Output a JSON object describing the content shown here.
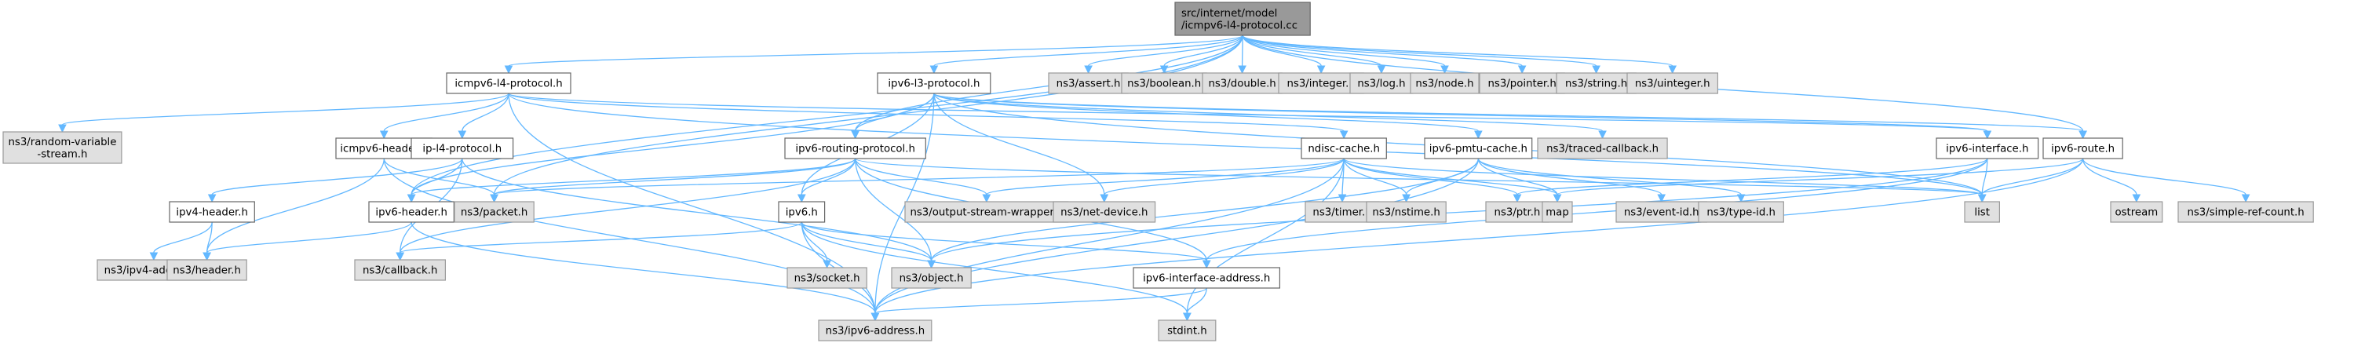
{
  "graph": {
    "title": "src/internet/model/icmpv6-l4-protocol.cc include dependency graph",
    "edge_color": "#63b8ff",
    "node_styles": {
      "root": {
        "fill": "#999999",
        "stroke": "#666666"
      },
      "local": {
        "fill": "#ffffff",
        "stroke": "#666666"
      },
      "ext": {
        "fill": "#e0e0e0",
        "stroke": "#999999"
      }
    },
    "nodes": [
      {
        "id": "root",
        "kind": "root",
        "lines": [
          "src/internet/model",
          "/icmpv6-l4-protocol.cc"
        ]
      },
      {
        "id": "icmpv6-l4-protocol",
        "kind": "local",
        "lines": [
          "icmpv6-l4-protocol.h"
        ]
      },
      {
        "id": "ipv6-l3-protocol",
        "kind": "local",
        "lines": [
          "ipv6-l3-protocol.h"
        ]
      },
      {
        "id": "assert",
        "kind": "ext",
        "lines": [
          "ns3/assert.h"
        ]
      },
      {
        "id": "boolean",
        "kind": "ext",
        "lines": [
          "ns3/boolean.h"
        ]
      },
      {
        "id": "double",
        "kind": "ext",
        "lines": [
          "ns3/double.h"
        ]
      },
      {
        "id": "integer",
        "kind": "ext",
        "lines": [
          "ns3/integer.h"
        ]
      },
      {
        "id": "log",
        "kind": "ext",
        "lines": [
          "ns3/log.h"
        ]
      },
      {
        "id": "node",
        "kind": "ext",
        "lines": [
          "ns3/node.h"
        ]
      },
      {
        "id": "pointer",
        "kind": "ext",
        "lines": [
          "ns3/pointer.h"
        ]
      },
      {
        "id": "string",
        "kind": "ext",
        "lines": [
          "ns3/string.h"
        ]
      },
      {
        "id": "uinteger",
        "kind": "ext",
        "lines": [
          "ns3/uinteger.h"
        ]
      },
      {
        "id": "random-variable-stream",
        "kind": "ext",
        "lines": [
          "ns3/random-variable",
          "-stream.h"
        ]
      },
      {
        "id": "icmpv6-header",
        "kind": "local",
        "lines": [
          "icmpv6-header.h"
        ]
      },
      {
        "id": "ip-l4-protocol",
        "kind": "local",
        "lines": [
          "ip-l4-protocol.h"
        ]
      },
      {
        "id": "ipv6-routing-protocol",
        "kind": "local",
        "lines": [
          "ipv6-routing-protocol.h"
        ]
      },
      {
        "id": "ndisc-cache",
        "kind": "local",
        "lines": [
          "ndisc-cache.h"
        ]
      },
      {
        "id": "ipv6-pmtu-cache",
        "kind": "local",
        "lines": [
          "ipv6-pmtu-cache.h"
        ]
      },
      {
        "id": "traced-callback",
        "kind": "ext",
        "lines": [
          "ns3/traced-callback.h"
        ]
      },
      {
        "id": "ipv6-interface",
        "kind": "local",
        "lines": [
          "ipv6-interface.h"
        ]
      },
      {
        "id": "ipv6-route",
        "kind": "local",
        "lines": [
          "ipv6-route.h"
        ]
      },
      {
        "id": "ipv4-header",
        "kind": "local",
        "lines": [
          "ipv4-header.h"
        ]
      },
      {
        "id": "ipv6-header",
        "kind": "local",
        "lines": [
          "ipv6-header.h"
        ]
      },
      {
        "id": "packet",
        "kind": "ext",
        "lines": [
          "ns3/packet.h"
        ]
      },
      {
        "id": "ipv6",
        "kind": "local",
        "lines": [
          "ipv6.h"
        ]
      },
      {
        "id": "output-stream-wrapper",
        "kind": "ext",
        "lines": [
          "ns3/output-stream-wrapper.h"
        ]
      },
      {
        "id": "net-device",
        "kind": "ext",
        "lines": [
          "ns3/net-device.h"
        ]
      },
      {
        "id": "timer",
        "kind": "ext",
        "lines": [
          "ns3/timer.h"
        ]
      },
      {
        "id": "nstime",
        "kind": "ext",
        "lines": [
          "ns3/nstime.h"
        ]
      },
      {
        "id": "ptr",
        "kind": "ext",
        "lines": [
          "ns3/ptr.h"
        ]
      },
      {
        "id": "map",
        "kind": "ext",
        "lines": [
          "map"
        ]
      },
      {
        "id": "event-id",
        "kind": "ext",
        "lines": [
          "ns3/event-id.h"
        ]
      },
      {
        "id": "type-id",
        "kind": "ext",
        "lines": [
          "ns3/type-id.h"
        ]
      },
      {
        "id": "list",
        "kind": "ext",
        "lines": [
          "list"
        ]
      },
      {
        "id": "ostream",
        "kind": "ext",
        "lines": [
          "ostream"
        ]
      },
      {
        "id": "simple-ref-count",
        "kind": "ext",
        "lines": [
          "ns3/simple-ref-count.h"
        ]
      },
      {
        "id": "ipv4-address",
        "kind": "ext",
        "lines": [
          "ns3/ipv4-address.h"
        ]
      },
      {
        "id": "header",
        "kind": "ext",
        "lines": [
          "ns3/header.h"
        ]
      },
      {
        "id": "callback",
        "kind": "ext",
        "lines": [
          "ns3/callback.h"
        ]
      },
      {
        "id": "socket",
        "kind": "ext",
        "lines": [
          "ns3/socket.h"
        ]
      },
      {
        "id": "object",
        "kind": "ext",
        "lines": [
          "ns3/object.h"
        ]
      },
      {
        "id": "ipv6-interface-address",
        "kind": "local",
        "lines": [
          "ipv6-interface-address.h"
        ]
      },
      {
        "id": "ipv6-address",
        "kind": "ext",
        "lines": [
          "ns3/ipv6-address.h"
        ]
      },
      {
        "id": "stdint",
        "kind": "ext",
        "lines": [
          "stdint.h"
        ]
      }
    ],
    "edges": [
      [
        "root",
        "icmpv6-l4-protocol"
      ],
      [
        "root",
        "ipv6-l3-protocol"
      ],
      [
        "root",
        "assert"
      ],
      [
        "root",
        "boolean"
      ],
      [
        "root",
        "double"
      ],
      [
        "root",
        "integer"
      ],
      [
        "root",
        "log"
      ],
      [
        "root",
        "node"
      ],
      [
        "root",
        "pointer"
      ],
      [
        "root",
        "string"
      ],
      [
        "root",
        "uinteger"
      ],
      [
        "root",
        "packet"
      ],
      [
        "root",
        "ipv6-routing-protocol"
      ],
      [
        "root",
        "ipv6-route"
      ],
      [
        "root",
        "ipv6-header"
      ],
      [
        "icmpv6-l4-protocol",
        "random-variable-stream"
      ],
      [
        "icmpv6-l4-protocol",
        "icmpv6-header"
      ],
      [
        "icmpv6-l4-protocol",
        "ip-l4-protocol"
      ],
      [
        "icmpv6-l4-protocol",
        "ndisc-cache"
      ],
      [
        "icmpv6-l4-protocol",
        "ipv6-address"
      ],
      [
        "icmpv6-l4-protocol",
        "ipv6-interface"
      ],
      [
        "icmpv6-l4-protocol",
        "list"
      ],
      [
        "ipv6-l3-protocol",
        "ipv6-routing-protocol"
      ],
      [
        "ipv6-l3-protocol",
        "ipv6"
      ],
      [
        "ipv6-l3-protocol",
        "ipv6-header"
      ],
      [
        "ipv6-l3-protocol",
        "net-device"
      ],
      [
        "ipv6-l3-protocol",
        "ipv6-pmtu-cache"
      ],
      [
        "ipv6-l3-protocol",
        "traced-callback"
      ],
      [
        "ipv6-l3-protocol",
        "ipv6-interface"
      ],
      [
        "ipv6-l3-protocol",
        "ipv6-route"
      ],
      [
        "ipv6-l3-protocol",
        "list"
      ],
      [
        "ipv6-l3-protocol",
        "ipv6-address"
      ],
      [
        "icmpv6-header",
        "packet"
      ],
      [
        "icmpv6-header",
        "header"
      ],
      [
        "icmpv6-header",
        "ipv6-address"
      ],
      [
        "ip-l4-protocol",
        "ipv6-header"
      ],
      [
        "ip-l4-protocol",
        "ipv4-header"
      ],
      [
        "ip-l4-protocol",
        "callback"
      ],
      [
        "ip-l4-protocol",
        "object"
      ],
      [
        "ipv6-routing-protocol",
        "ipv6-header"
      ],
      [
        "ipv6-routing-protocol",
        "packet"
      ],
      [
        "ipv6-routing-protocol",
        "ipv6"
      ],
      [
        "ipv6-routing-protocol",
        "output-stream-wrapper"
      ],
      [
        "ipv6-routing-protocol",
        "callback"
      ],
      [
        "ipv6-routing-protocol",
        "object"
      ],
      [
        "ipv6-routing-protocol",
        "ipv6-interface-address"
      ],
      [
        "ipv6-routing-protocol",
        "list"
      ],
      [
        "ndisc-cache",
        "packet"
      ],
      [
        "ndisc-cache",
        "output-stream-wrapper"
      ],
      [
        "ndisc-cache",
        "net-device"
      ],
      [
        "ndisc-cache",
        "timer"
      ],
      [
        "ndisc-cache",
        "nstime"
      ],
      [
        "ndisc-cache",
        "ptr"
      ],
      [
        "ndisc-cache",
        "map"
      ],
      [
        "ndisc-cache",
        "list"
      ],
      [
        "ndisc-cache",
        "stdint"
      ],
      [
        "ndisc-cache",
        "ipv6-address"
      ],
      [
        "ipv6-pmtu-cache",
        "nstime"
      ],
      [
        "ipv6-pmtu-cache",
        "map"
      ],
      [
        "ipv6-pmtu-cache",
        "event-id"
      ],
      [
        "ipv6-pmtu-cache",
        "type-id"
      ],
      [
        "ipv6-pmtu-cache",
        "object"
      ],
      [
        "ipv6-pmtu-cache",
        "ipv6-address"
      ],
      [
        "ipv6-interface",
        "list"
      ],
      [
        "ipv6-interface",
        "ptr"
      ],
      [
        "ipv6-interface",
        "object"
      ],
      [
        "ipv6-interface",
        "ipv6-interface-address"
      ],
      [
        "ipv6-route",
        "list"
      ],
      [
        "ipv6-route",
        "map"
      ],
      [
        "ipv6-route",
        "ostream"
      ],
      [
        "ipv6-route",
        "simple-ref-count"
      ],
      [
        "ipv6-route",
        "ipv6-address"
      ],
      [
        "ipv4-header",
        "ipv4-address"
      ],
      [
        "ipv4-header",
        "header"
      ],
      [
        "ipv6-header",
        "header"
      ],
      [
        "ipv6-header",
        "ipv6-address"
      ],
      [
        "ipv6",
        "callback"
      ],
      [
        "ipv6",
        "socket"
      ],
      [
        "ipv6",
        "object"
      ],
      [
        "ipv6",
        "ipv6-address"
      ],
      [
        "ipv6",
        "ipv6-interface-address"
      ],
      [
        "ipv6",
        "stdint"
      ],
      [
        "ipv6-interface-address",
        "ipv6-address"
      ],
      [
        "ipv6-interface-address",
        "stdint"
      ]
    ]
  }
}
